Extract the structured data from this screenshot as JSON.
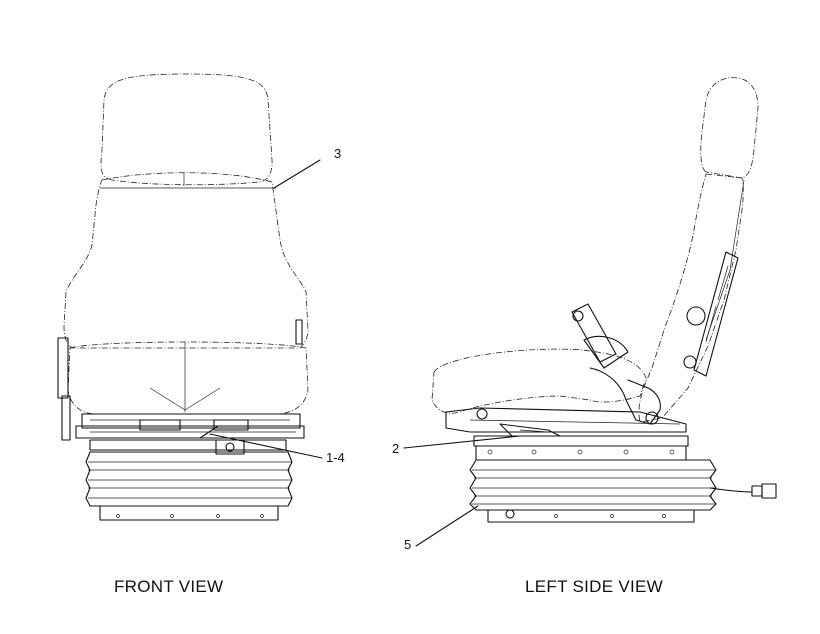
{
  "callouts": {
    "c1": "3",
    "c2": "1-4",
    "c3": "2",
    "c4": "5"
  },
  "captions": {
    "front": "FRONT VIEW",
    "side": "LEFT SIDE VIEW"
  }
}
